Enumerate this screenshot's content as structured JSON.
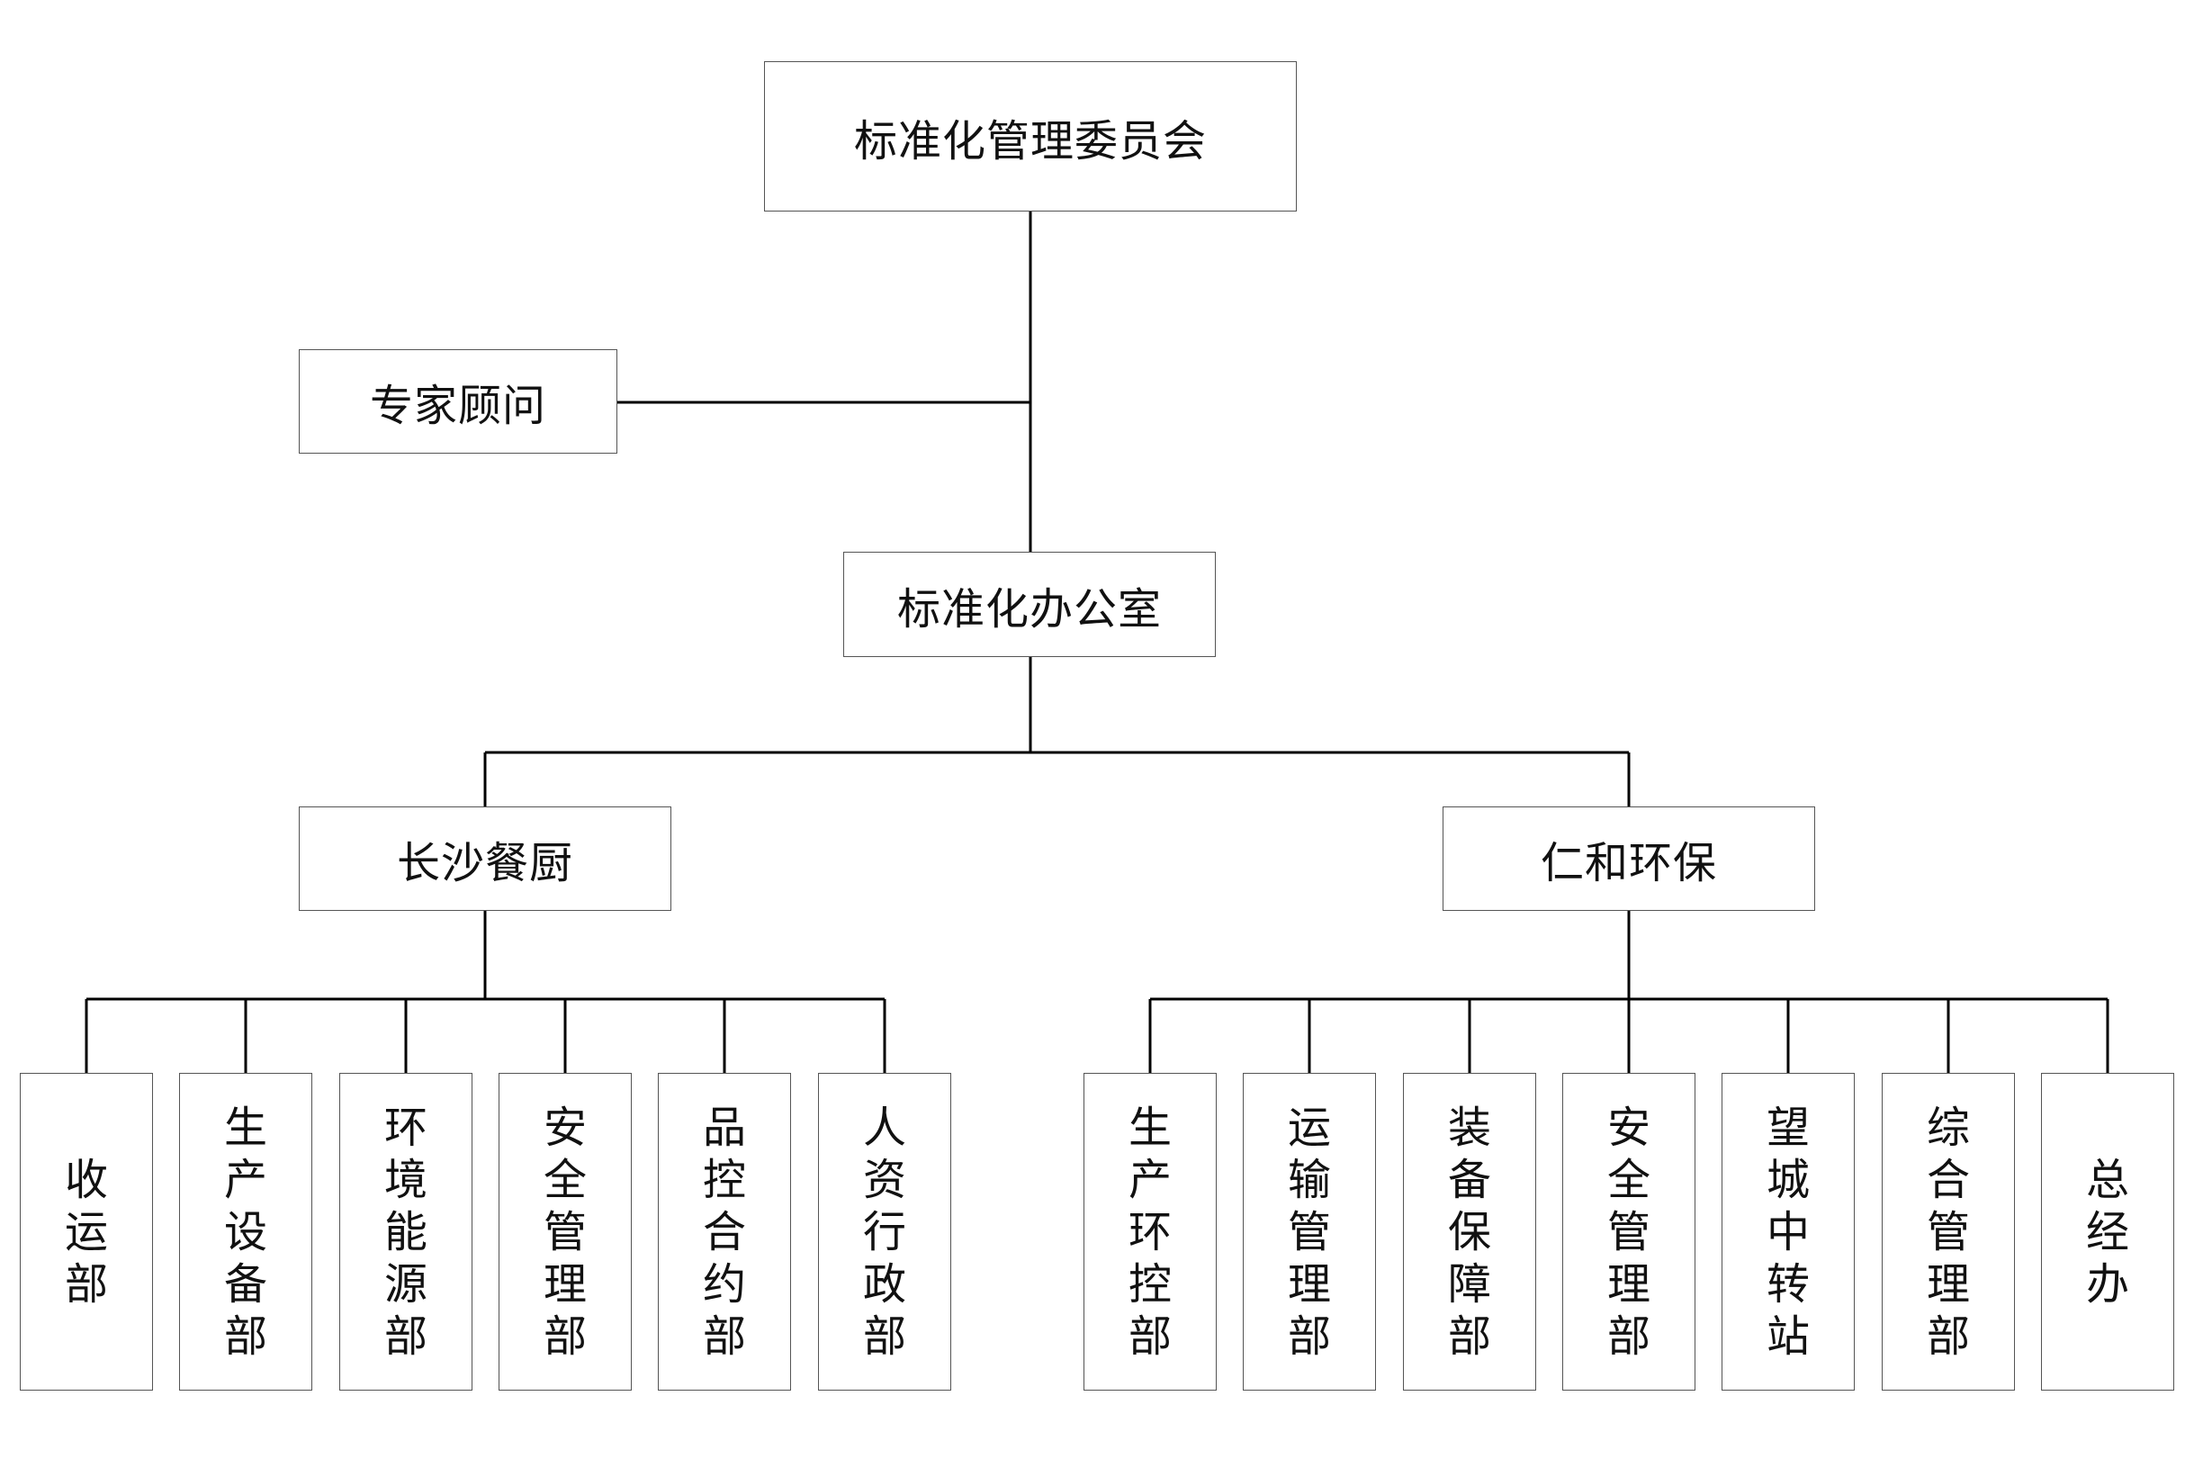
{
  "top": "标准化管理委员会",
  "advisor": "专家顾问",
  "office": "标准化办公室",
  "branches": [
    {
      "name": "长沙餐厨",
      "depts": [
        "收运部",
        "生产设备部",
        "环境能源部",
        "安全管理部",
        "品控合约部",
        "人资行政部"
      ]
    },
    {
      "name": "仁和环保",
      "depts": [
        "生产环控部",
        "运输管理部",
        "装备保障部",
        "安全管理部",
        "望城中转站",
        "综合管理部",
        "总经办"
      ]
    }
  ]
}
